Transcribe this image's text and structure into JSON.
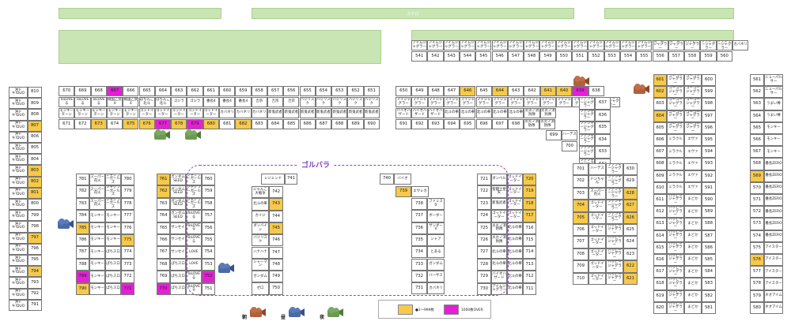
{
  "top_bar": {
    "label": "ステロ"
  },
  "gorubara_label": "ゴルバラ",
  "legend": {
    "yellow": "●1〜999枚",
    "magenta": "1000枚OVER"
  },
  "camera_labels": [
    "朝",
    "昼",
    "夜"
  ],
  "colors": {
    "green": "#c9e5b4",
    "yellow": "#f6c94a",
    "magenta": "#e61fd6",
    "purple": "#8b46c6"
  },
  "top_row": {
    "names": [
      "アイムジャグラー",
      "アイムジャグラー",
      "アイムジャグラー",
      "アイムジャグラー",
      "アイムジャグラー",
      "アイムジャグラー",
      "アイムジャグラー",
      "アイムジャグラー",
      "アイムジャグラー",
      "アイムジャグラー",
      "アイムジャグラー",
      "アイムジャグラー",
      "アイムジャグラー",
      "アイムジャグラー",
      "アイムジャグラー",
      "ゴーゴージャグラー",
      "ゴーゴージャグラー",
      "ハッピージャグラー",
      "ファンキージャグラー",
      "ファンキージャグラー",
      "カバネリ"
    ],
    "nums": [
      "541",
      "542",
      "543",
      "544",
      "545",
      "546",
      "547",
      "548",
      "549",
      "550",
      "551",
      "552",
      "553",
      "554",
      "555",
      "556",
      "557",
      "558",
      "559",
      "560"
    ]
  },
  "left_col": {
    "label": "沖ドキ!DUO",
    "nums": [
      "810",
      "809",
      "808",
      "807",
      "806",
      "805",
      "804",
      "803",
      "802",
      "801",
      "800",
      "799",
      "798",
      "797",
      "796",
      "795",
      "794",
      "793",
      "792",
      "791"
    ]
  },
  "island_a": {
    "top_nums": [
      "670",
      "669",
      "668",
      "667",
      "666",
      "665",
      "664",
      "663",
      "662",
      "661",
      "660",
      "659",
      "658",
      "657",
      "656",
      "655",
      "654",
      "653",
      "652",
      "651"
    ],
    "top_names": [
      "ToLOVEる",
      "ToLOVEる",
      "ToLOVEる",
      "戦国乙女4",
      "戦国乙女4",
      "ぱちんこ 北斗",
      "ぱちんこ 北斗",
      "ゴジラ",
      "ゴジラ",
      "番長4",
      "番長4",
      "番長4",
      "吉宗",
      "吉宗",
      "吉宗",
      "バジリスク",
      "バジリスク",
      "バジリスク",
      "バジリスク",
      "バジリスク"
    ],
    "bot_names": [
      "モンキーターン",
      "モンキーターン",
      "モンキーターン",
      "モンキーターン",
      "モンキーターン",
      "ゴッドイーター",
      "ゴッドイーター",
      "ゴッドイーター",
      "ゴッドイーター",
      "ゴッドイーター",
      "カバネリ",
      "カバネリ",
      "カバネリ",
      "新鬼武者",
      "新鬼武者",
      "新鬼武者",
      "新鬼武者",
      "新鬼武者",
      "新鬼武者",
      "新鬼武者"
    ],
    "bot_nums": [
      "671",
      "672",
      "673",
      "674",
      "675",
      "676",
      "677",
      "678",
      "679",
      "680",
      "681",
      "682",
      "683",
      "684",
      "685",
      "686",
      "687",
      "688",
      "689",
      "690"
    ]
  },
  "island_b": {
    "top_nums": [
      "650",
      "649",
      "648",
      "647",
      "646",
      "645",
      "644",
      "643",
      "642",
      "641",
      "640",
      "639",
      "638"
    ],
    "top_names": [
      "マイジャグラー",
      "マイジャグラー",
      "マイジャグラー",
      "マイジャグラー",
      "マイジャグラー",
      "マイジャグラー",
      "マイジャグラー",
      "マイジャグラー",
      "マイジャグラー",
      "マイジャグラー",
      "マイジャグラー",
      "マイジャグラー",
      "マイジャグラー",
      "ファンキージャグラー"
    ],
    "bot_names": [
      "バイオハザード",
      "バイオハザード",
      "バイオハザード",
      "北斗の拳",
      "北斗の拳",
      "北斗の拳",
      "北斗の拳",
      "北斗の拳",
      "炎炎ノ消防隊",
      "炎炎ノ消防隊"
    ],
    "bot_nums": [
      "691",
      "692",
      "693",
      "694",
      "695",
      "696",
      "697",
      "698",
      "699",
      "700"
    ],
    "extra_names": [
      "ハーデス",
      "ハーデス"
    ],
    "side_nums": [
      "637",
      "636",
      "635",
      "634",
      "633",
      "632",
      "631"
    ],
    "side_names": [
      "ファンキージャグラー",
      "ファンキージャグラー",
      "ファンキージャグラー",
      "ファンキージャグラー",
      "ファンキージャグラー",
      "ファンキージャグラー",
      "ファンキージャグラー"
    ]
  },
  "island_c": {
    "left_nums": [
      "781",
      "782",
      "783",
      "784",
      "785",
      "786",
      "787",
      "788",
      "789",
      "790"
    ],
    "left_names": [
      "スーパー花火",
      "スーパー花火",
      "スーパー花火",
      "モンキー",
      "モンキー",
      "モンキー",
      "モンキー",
      "モンキー",
      "モンキー",
      "モンキー"
    ],
    "right_names": [
      "ジャグラーガールズ",
      "ジャグラーガールズ",
      "ジャグラーガールズ",
      "モンキー",
      "モンキー",
      "モンキー",
      "ぱちスロ",
      "ぱちスロ",
      "ぱちスロ",
      "ぱちスロ"
    ],
    "right_nums": [
      "780",
      "779",
      "778",
      "777",
      "776",
      "775",
      "774",
      "773",
      "772",
      "771"
    ]
  },
  "island_d": {
    "left_nums": [
      "761",
      "762",
      "763",
      "764",
      "765",
      "766",
      "767",
      "768",
      "769",
      "770"
    ],
    "left_names": [
      "ガンダムSEED",
      "ガンダムSEED",
      "ガンダムSEED",
      "ガンダムSEED",
      "サンセイ",
      "サンセイ",
      "サンセイ",
      "ぱちスロ",
      "ぱちスロ",
      "ぱちスロ"
    ],
    "right_names": [
      "ジャグラーガールズ",
      "ジャグラーガールズ",
      "ジャグラーガールズ",
      "ToLOVEる",
      "ToLOVEる",
      "ToLOVEる",
      "LOVE",
      "LOVE",
      "ToLOVEる",
      "ToLOVEる"
    ],
    "right_nums": [
      "760",
      "759",
      "758",
      "757",
      "756",
      "755",
      "754",
      "753",
      "752",
      "751"
    ]
  },
  "island_e": {
    "top_name": "レジェンド",
    "top_num": "741",
    "left_names": [
      "にゃんこ大戦争",
      "北斗の拳",
      "カイジ",
      "ダンバイン",
      "バジリスク",
      "ハナハナ",
      "シャーマン",
      "ガンダム",
      "ゼロ"
    ],
    "right_nums": [
      "742",
      "743",
      "744",
      "745",
      "746",
      "747",
      "748",
      "749",
      "750"
    ]
  },
  "island_f": {
    "top_num": "740",
    "top_name": "バイオ",
    "mid_num": "739",
    "mid_name": "エウレカ",
    "right_names": [
      "ファミスタ",
      "ボーダー",
      "サンダーV",
      "シャア",
      "とある",
      "ガンダム",
      "バーサス",
      "カバネリ"
    ],
    "right_nums": [
      "738",
      "737",
      "736",
      "735",
      "734",
      "733",
      "732",
      "731"
    ]
  },
  "island_g": {
    "left_nums": [
      "721",
      "722",
      "723",
      "724",
      "725",
      "726",
      "727",
      "728",
      "729",
      "730"
    ],
    "left_names": [
      "ダンベル",
      "聖闘士星矢",
      "新鬼武者",
      "ゴッドイーター",
      "炎炎ノ消防隊",
      "炎炎ノ消防隊",
      "北斗の拳",
      "北斗の拳",
      "バイオハザード",
      "アイムジャグラー"
    ],
    "right_names": [
      "ゴッドイーター",
      "ゴッドイーター",
      "ゴッドイーター",
      "ゴッドイーター",
      "北斗の拳",
      "北斗の拳",
      "北斗の拳",
      "北斗の拳",
      "北斗の拳",
      "北斗の拳"
    ],
    "right_nums": [
      "720",
      "719",
      "718",
      "717",
      "716",
      "715",
      "714",
      "713",
      "712",
      "711"
    ]
  },
  "island_h": {
    "left_nums": [
      "701",
      "702",
      "703",
      "704",
      "705",
      "706",
      "707",
      "708",
      "709",
      "710"
    ],
    "left_names": [
      "ハーデス",
      "ドンちゃん",
      "スーパー花火",
      "ゴッドイーター",
      "ゴッドイーター",
      "ゴッドイーター",
      "ゴッドイーター",
      "ゴッドイーター",
      "ゴッドイーター",
      "ゴッドイーター"
    ],
    "mid_names": [
      "ファンキージャグラー",
      "ファンキージャグラー",
      "ファンキージャグラー",
      "ファンキージャグラー",
      "ファンキージャグラー",
      "ハッピージャグラー",
      "ハッピージャグラー",
      "ハッピージャグラー",
      "ハッピージャグラー",
      "ハッピージャグラー"
    ],
    "right_nums": [
      "630",
      "629",
      "628",
      "627",
      "626",
      "625",
      "624",
      "623",
      "622",
      "621"
    ]
  },
  "island_i": {
    "left_nums": [
      "601",
      "602",
      "603",
      "604",
      "605",
      "606",
      "607",
      "608",
      "609",
      "610",
      "611",
      "612",
      "613",
      "614",
      "615",
      "616",
      "617",
      "618",
      "619",
      "620"
    ],
    "mid_names": [
      "ゴーゴージャグラー",
      "ゴーゴージャグラー",
      "ゴーゴージャグラー",
      "ゴーゴージャグラー",
      "ゴーゴージャグラー",
      "ミラクル",
      "ミラクル",
      "ミラクル",
      "ミラクル",
      "ミラクル",
      "ハッピージャグラー",
      "ハッピージャグラー",
      "ハッピージャグラー",
      "ハッピージャグラー",
      "ハッピージャグラー",
      "ハッピージャグラー",
      "ハッピージャグラー",
      "ハッピージャグラー",
      "ハッピージャグラー",
      "ハッピージャグラー"
    ],
    "right_names": [
      "ゴーゴージャグラー",
      "ゴーゴージャグラー",
      "ゴーゴージャグラー",
      "ゴーゴージャグラー",
      "ゴーゴージャグラー",
      "エヴァ",
      "エヴァ",
      "エヴァ",
      "エヴァ",
      "エヴァ",
      "まどか",
      "まどか",
      "まどか",
      "まどか",
      "まどか",
      "まどか",
      "まどか",
      "まどか",
      "まどか",
      "まどか"
    ],
    "right_nums": [
      "600",
      "599",
      "598",
      "597",
      "596",
      "595",
      "594",
      "593",
      "592",
      "591",
      "590",
      "589",
      "588",
      "587",
      "586",
      "585",
      "584",
      "583",
      "582",
      "581"
    ]
  },
  "island_j": {
    "nums": [
      "561",
      "562",
      "563",
      "564",
      "565",
      "566",
      "567",
      "568",
      "569",
      "570",
      "571",
      "572",
      "573",
      "574",
      "575",
      "576",
      "577",
      "578",
      "579",
      "580"
    ],
    "names": [
      "ニューパルサー",
      "ニューパルサー",
      "うまい棒",
      "うまい棒",
      "モンキー",
      "モンキー",
      "モンキー",
      "番長ZERO",
      "番長ZERO",
      "番長ZERO",
      "番長ZERO",
      "番長ZERO",
      "番長ZERO",
      "番長ZERO",
      "アイスター",
      "アイスター",
      "アイスター",
      "アイスター",
      "ネオアイム",
      "ネオアイム"
    ]
  }
}
